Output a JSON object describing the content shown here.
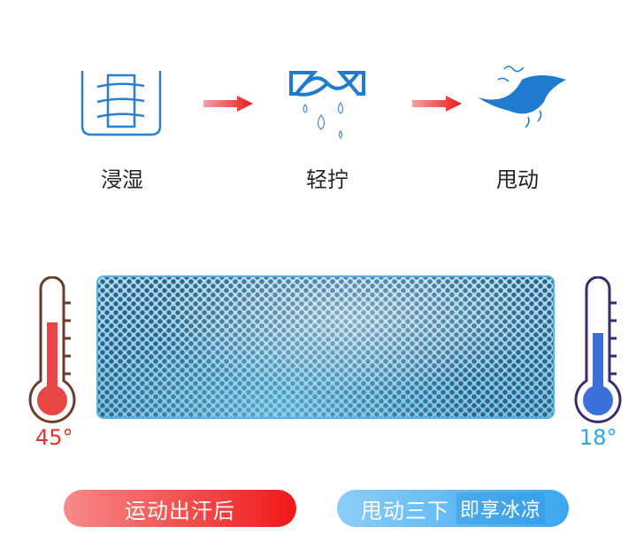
{
  "steps": [
    {
      "label": "浸湿",
      "icon": "soak-icon"
    },
    {
      "label": "轻拧",
      "icon": "wring-icon"
    },
    {
      "label": "甩动",
      "icon": "shake-icon"
    }
  ],
  "temperatures": {
    "hot": "45°",
    "cold": "18°"
  },
  "banners": {
    "left": "运动出汗后",
    "right_a": "甩动三下",
    "right_b": "即享冰凉"
  },
  "colors": {
    "blue": "#1e7bd0",
    "red": "#f0202a",
    "cold": "#2aa6e8"
  }
}
